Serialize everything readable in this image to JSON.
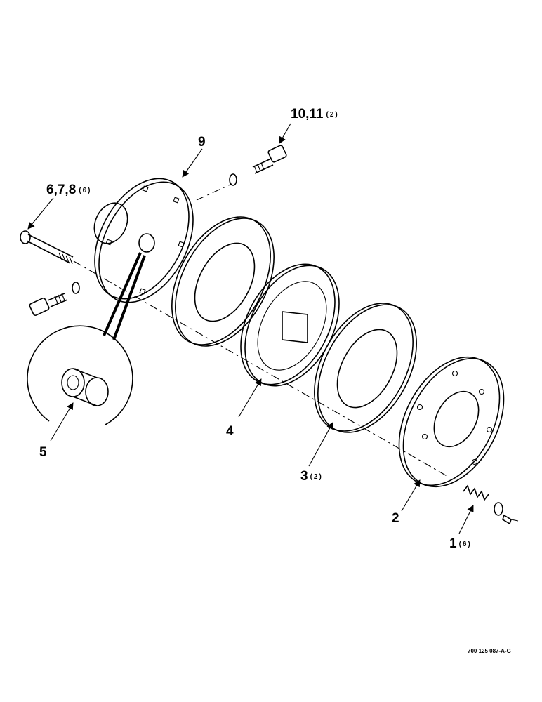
{
  "callouts": [
    {
      "id": "1",
      "label": "1",
      "qty": "(6)"
    },
    {
      "id": "2",
      "label": "2",
      "qty": ""
    },
    {
      "id": "3",
      "label": "3",
      "qty": "(2)"
    },
    {
      "id": "4",
      "label": "4",
      "qty": ""
    },
    {
      "id": "5",
      "label": "5",
      "qty": ""
    },
    {
      "id": "678",
      "label": "6,7,8",
      "qty": "(6)"
    },
    {
      "id": "9",
      "label": "9",
      "qty": ""
    },
    {
      "id": "1011",
      "label": "10,11",
      "qty": "(2)"
    }
  ],
  "drawing_code": "700 125 087-A-G"
}
